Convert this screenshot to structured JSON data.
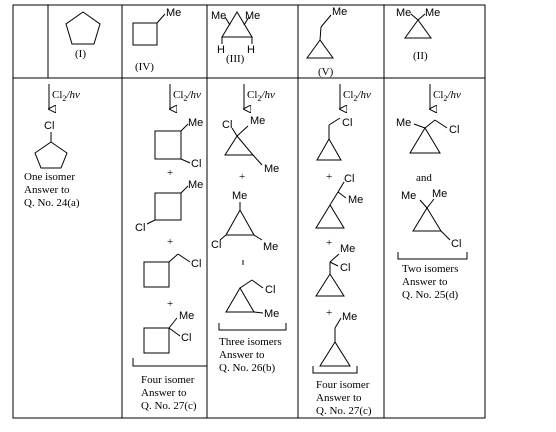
{
  "header": {
    "c1": {
      "label": "(I)"
    },
    "c2": {
      "label": "(IV)",
      "me": "Me"
    },
    "c3": {
      "label": "(III)",
      "me1": "Me",
      "me2": "Me",
      "h1": "H",
      "h2": "H"
    },
    "c4": {
      "label": "(V)",
      "me": "Me"
    },
    "c5": {
      "label": "(II)",
      "me1": "Me",
      "me2": "Me"
    }
  },
  "reagent": {
    "cl2": "Cl",
    "sub": "2",
    "hv": "/hv"
  },
  "col1": {
    "cl": "Cl",
    "caption": [
      "One isomer",
      "Answer to",
      "Q. No. 24(a)"
    ]
  },
  "col2": {
    "p1": {
      "me": "Me",
      "cl": "Cl"
    },
    "p2": {
      "me": "Me",
      "cl": "Cl"
    },
    "p3": {
      "cl": "Cl"
    },
    "p4": {
      "me": "Me",
      "cl": "Cl"
    },
    "plus": "+",
    "caption": [
      "Four isomer",
      "Answer to",
      "Q. No. 27(c)"
    ]
  },
  "col3": {
    "p1": {
      "cl": "Cl",
      "me1": "Me",
      "me2": "Me"
    },
    "p2": {
      "me1": "Me",
      "cl": "Cl",
      "me2": "Me"
    },
    "p3": {
      "cl": "Cl",
      "me": "Me"
    },
    "plus": "+",
    "caption": [
      "Three isomers",
      "Answer to",
      "Q. No. 26(b)"
    ]
  },
  "col4": {
    "p1": {
      "cl": "Cl"
    },
    "p2": {
      "cl": "Cl",
      "me": "Me"
    },
    "p3": {
      "me": "Me",
      "cl": "Cl"
    },
    "p4": {
      "me": "Me"
    },
    "plus": "+",
    "caption": [
      "Four isomer",
      "Answer to",
      "Q. No. 27(c)"
    ]
  },
  "col5": {
    "p1": {
      "me": "Me",
      "cl": "Cl"
    },
    "and": "and",
    "p2": {
      "me1": "Me",
      "me2": "Me",
      "cl": "Cl"
    },
    "caption": [
      "Two isomers",
      "Answer to",
      "Q. No. 25(d)"
    ]
  }
}
